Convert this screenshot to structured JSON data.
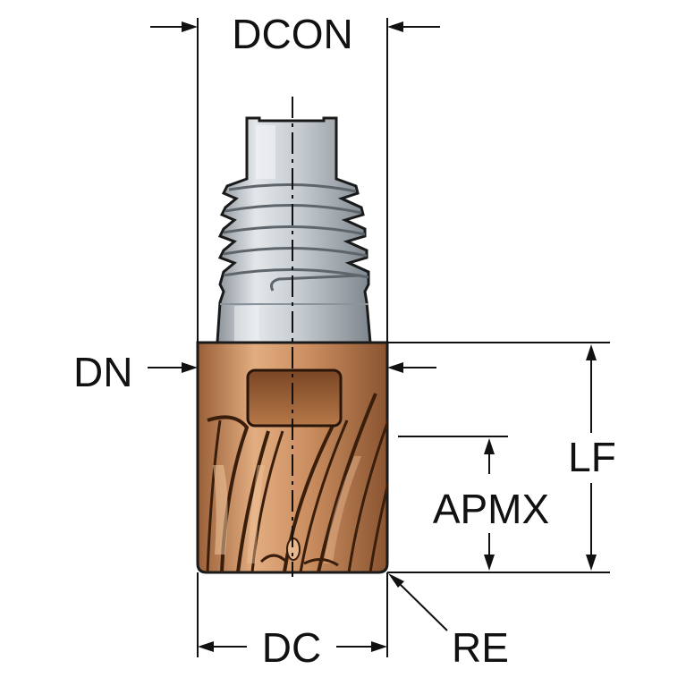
{
  "labels": {
    "dcon": "DCON",
    "dn": "DN",
    "lf": "LF",
    "apmx": "APMX",
    "dc": "DC",
    "re": "RE"
  },
  "colors": {
    "head_base": "#c98c5e",
    "head_dark": "#8a5431",
    "head_light": "#e6b48a",
    "shank_light": "#dfe3e6",
    "shank_mid": "#b4bbc1",
    "shank_dark": "#8c949b",
    "line": "#111111"
  }
}
